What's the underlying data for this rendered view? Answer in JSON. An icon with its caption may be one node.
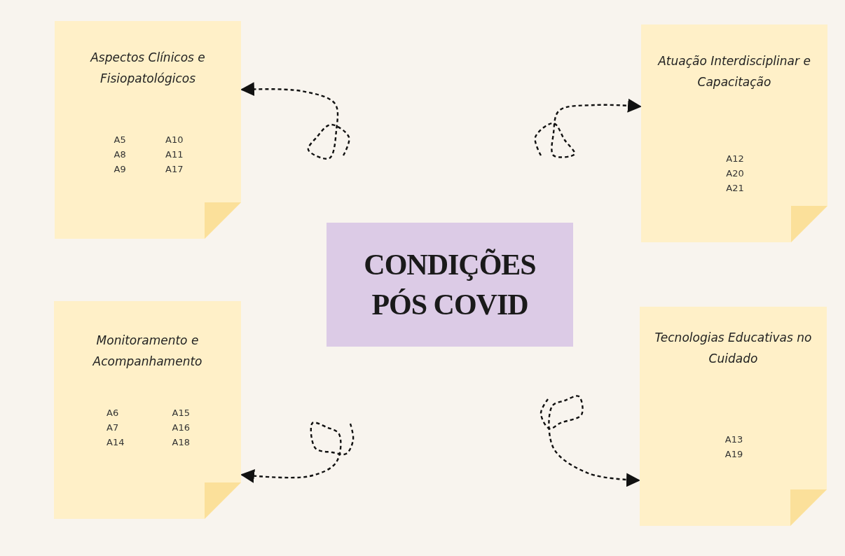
{
  "diagram": {
    "nodes": [
      {
        "text": [
          "CONDIÇÕES PÓS COVID"
        ]
      },
      {
        "text": [
          "Aspectos Clínicos e Fisiopatológicos",
          "A5 A8 A9",
          "A10 A11 A17"
        ]
      },
      {
        "text": [
          "Atuação Interdisciplinar e Capacitação",
          "A12 A20 A21"
        ]
      },
      {
        "text": [
          "Monitoramento e Acompanhamento",
          "A6 A7 A14",
          "A15 A16 A18"
        ]
      },
      {
        "text": [
          "Tecnologias Educativas no Cuidado",
          "A13 A19"
        ]
      }
    ],
    "edges": [
      {
        "from": null,
        "to": 1,
        "arrow": "to",
        "style": "dashed"
      },
      {
        "from": null,
        "to": 2,
        "arrow": "to",
        "style": "dashed"
      },
      {
        "from": null,
        "to": 3,
        "arrow": "to",
        "style": "dashed"
      },
      {
        "from": null,
        "to": 4,
        "arrow": "to",
        "style": "dashed"
      }
    ]
  }
}
